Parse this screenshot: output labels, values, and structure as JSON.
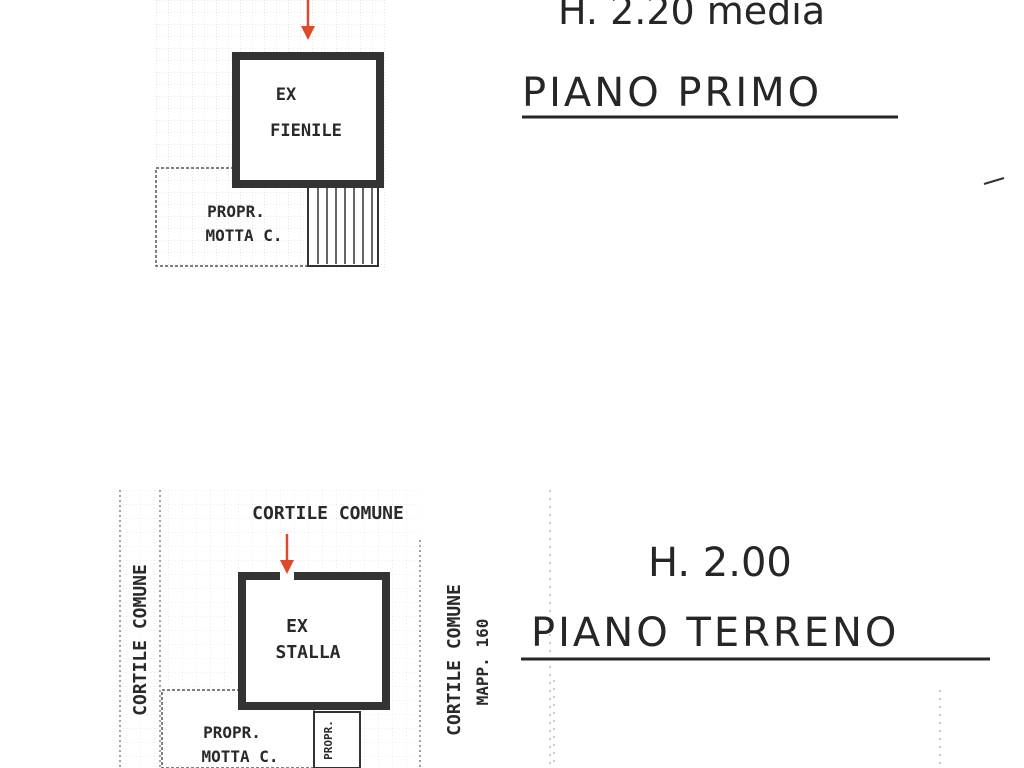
{
  "colors": {
    "ink": "#262626",
    "wall": "#333333",
    "arrow": "#e0482a",
    "paper": "#ffffff",
    "grid": "#9a9a9a"
  },
  "first_floor": {
    "height_label": "H. 2.20 media",
    "title": "PIANO PRIMO",
    "room_label_1": "EX",
    "room_label_2": "FIENILE",
    "neighbor_1": "PROPR.",
    "neighbor_2": "MOTTA C."
  },
  "ground_floor": {
    "height_label": "H. 2.00",
    "title": "PIANO TERRENO",
    "courtyard_top": "CORTILE COMUNE",
    "courtyard_left": "CORTILE COMUNE",
    "courtyard_right": "CORTILE COMUNE",
    "mapp": "MAPP. 160",
    "room_label_1": "EX",
    "room_label_2": "STALLA",
    "neighbor_1": "PROPR.",
    "neighbor_2": "MOTTA C.",
    "small_label": "PROPR."
  }
}
